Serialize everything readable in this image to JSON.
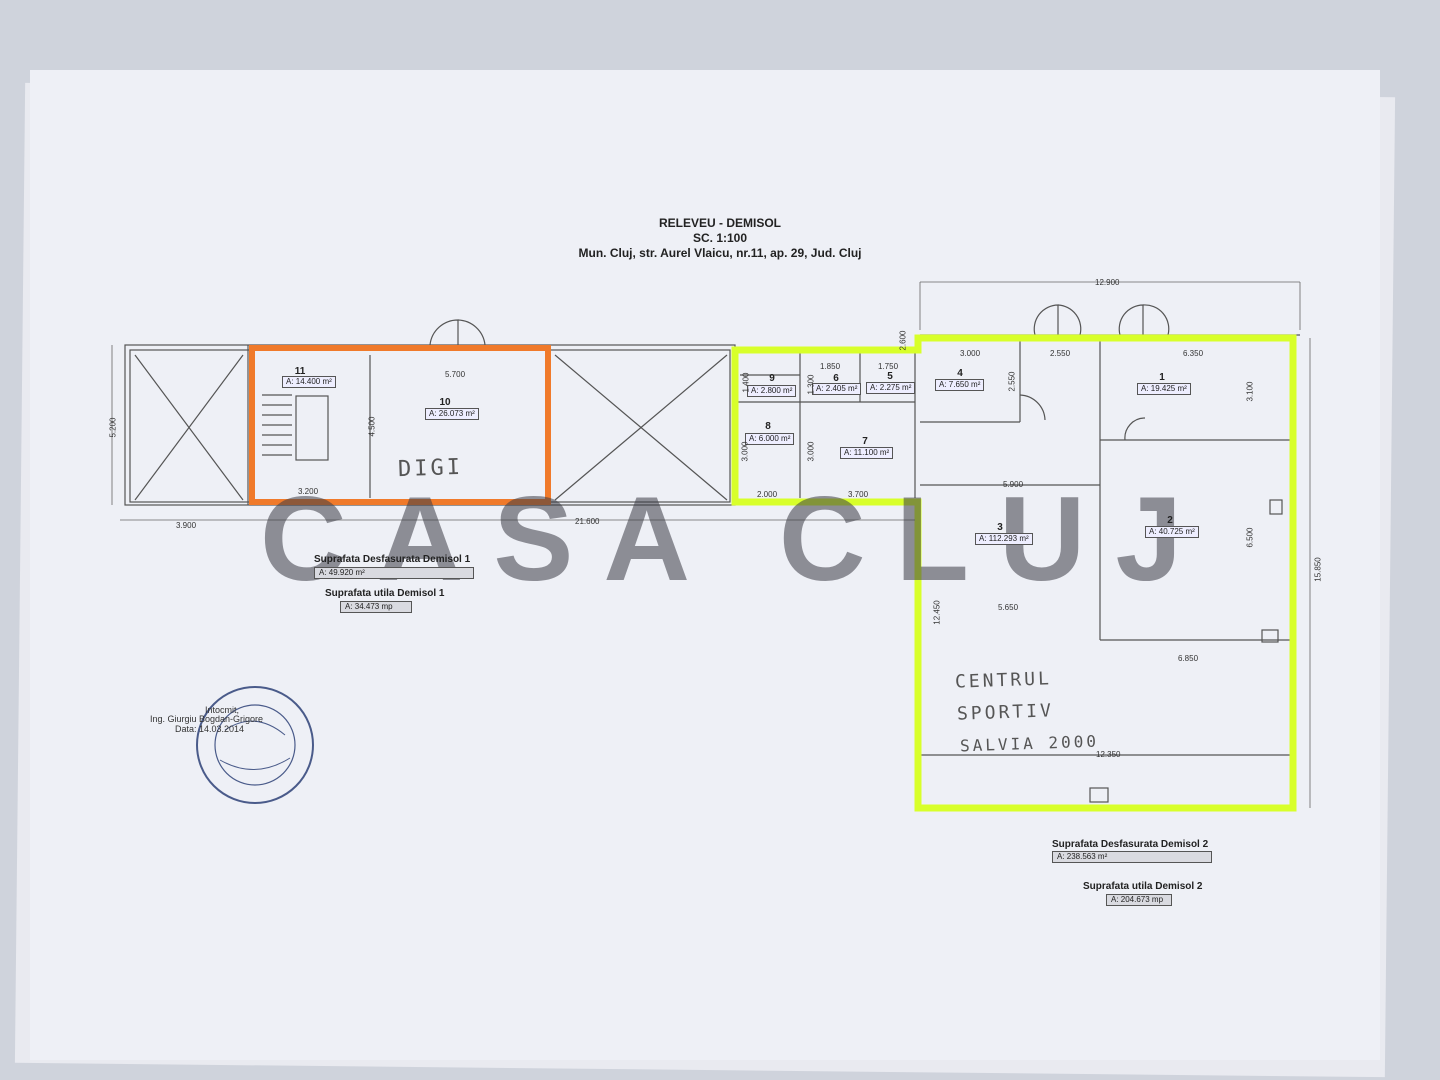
{
  "header": {
    "title": "RELEVEU - DEMISOL",
    "scale": "SC. 1:100",
    "address": "Mun. Cluj, str. Aurel Vlaicu, nr.11, ap. 29, Jud. Cluj"
  },
  "rooms": [
    {
      "num": "11",
      "area": "A: 14.400 m²"
    },
    {
      "num": "10",
      "area": "A: 26.073 m²"
    },
    {
      "num": "9",
      "area": "A: 2.800 m²"
    },
    {
      "num": "6",
      "area": "A: 2.405 m²"
    },
    {
      "num": "5",
      "area": "A: 2.275 m²"
    },
    {
      "num": "4",
      "area": "A: 7.650 m²"
    },
    {
      "num": "1",
      "area": "A: 19.425 m²"
    },
    {
      "num": "8",
      "area": "A: 6.000 m²"
    },
    {
      "num": "7",
      "area": "A: 11.100 m²"
    },
    {
      "num": "3",
      "area": "A: 112.293 m²"
    },
    {
      "num": "2",
      "area": "A: 40.725 m²"
    }
  ],
  "dimensions": {
    "d12900": "12.900",
    "d5700": "5.700",
    "d4500": "4.500",
    "d5200": "5.200",
    "d3200": "3.200",
    "d3900": "3.900",
    "d21600": "21.600",
    "d3000a": "3.000",
    "d2550a": "2.550",
    "d6350": "6.350",
    "d3100": "3.100",
    "d1850": "1.850",
    "d1750": "1.750",
    "d1400": "1.400",
    "d1300": "1.300",
    "d2600": "2.600",
    "d2550b": "2.550",
    "d3000b": "3.000",
    "d3000c": "3.000",
    "d2000": "2.000",
    "d3700": "3.700",
    "d5900": "5.900",
    "d6500": "6.500",
    "d15850": "15.850",
    "d12450": "12.450",
    "d5650": "5.650",
    "d6850": "6.850",
    "d12350": "12.350"
  },
  "handwriting": {
    "digi": "DIGI",
    "centrul1": "CENTRUL",
    "centrul2": "SPORTIV",
    "centrul3": "SALVIA 2000"
  },
  "summary1": {
    "desf_label": "Suprafata Desfasurata Demisol 1",
    "desf_value": "A: 49.920 m²",
    "util_label": "Suprafata utila Demisol 1",
    "util_value": "A: 34.473 mp"
  },
  "summary2": {
    "desf_label": "Suprafata Desfasurata Demisol 2",
    "desf_value": "A: 238.563 m²",
    "util_label": "Suprafata utila Demisol 2",
    "util_value": "A: 204.673 mp"
  },
  "signature": {
    "line1": "Intocmit,",
    "line2": "Ing. Giurgiu Bogdan-Grigore",
    "line3": "Data: 14.03.2014"
  },
  "watermark": "CASA CLUJ",
  "colors": {
    "orange": "#f07a2a",
    "neon": "#d8ff2a",
    "paper": "#eef0f6"
  }
}
